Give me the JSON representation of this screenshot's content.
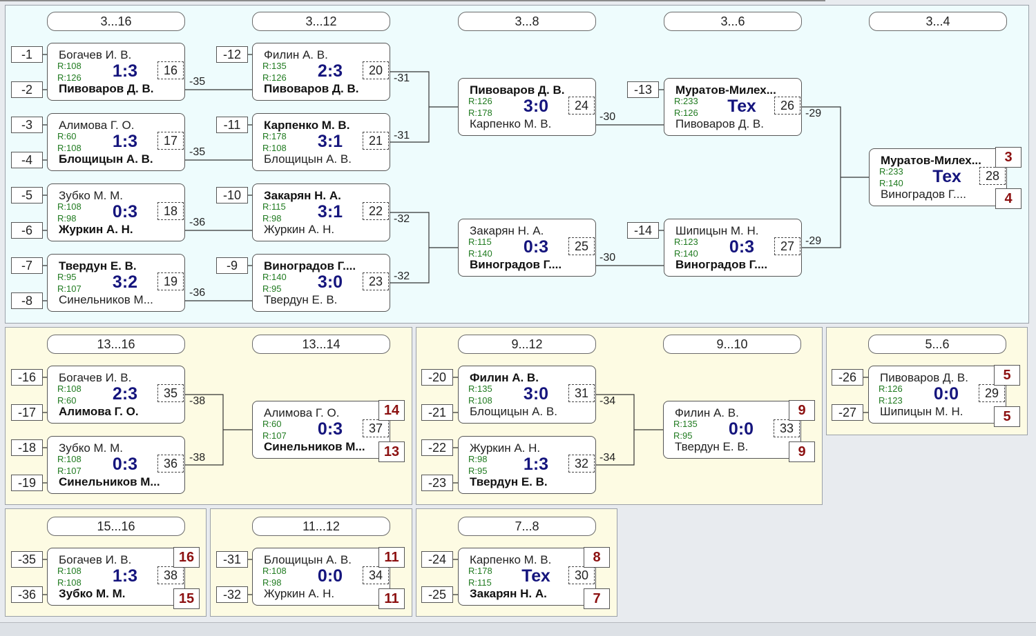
{
  "rounds": {
    "r3_16": "3...16",
    "r3_12": "3...12",
    "r3_8": "3...8",
    "r3_6": "3...6",
    "r3_4": "3...4",
    "r13_16": "13...16",
    "r13_14": "13...14",
    "r9_12": "9...12",
    "r9_10": "9...10",
    "r5_6": "5...6",
    "r15_16": "15...16",
    "r11_12": "11...12",
    "r7_8": "7...8"
  },
  "matches": [
    {
      "id": "m16",
      "p1": "Богачев И. В.",
      "p2": "Пивоваров Д. В.",
      "r1": "R:108",
      "r2": "R:126",
      "score": "1:3",
      "num": "16",
      "winner": 2
    },
    {
      "id": "m17",
      "p1": "Алимова Г. О.",
      "p2": "Блощицын А. В.",
      "r1": "R:60",
      "r2": "R:108",
      "score": "1:3",
      "num": "17",
      "winner": 2
    },
    {
      "id": "m18",
      "p1": "Зубко М. М.",
      "p2": "Журкин А. Н.",
      "r1": "R:108",
      "r2": "R:98",
      "score": "0:3",
      "num": "18",
      "winner": 2
    },
    {
      "id": "m19",
      "p1": "Твердун Е. В.",
      "p2": "Синельников М...",
      "r1": "R:95",
      "r2": "R:107",
      "score": "3:2",
      "num": "19",
      "winner": 1
    },
    {
      "id": "m20",
      "p1": "Филин А. В.",
      "p2": "Пивоваров Д. В.",
      "r1": "R:135",
      "r2": "R:126",
      "score": "2:3",
      "num": "20",
      "winner": 2
    },
    {
      "id": "m21",
      "p1": "Карпенко М. В.",
      "p2": "Блощицын А. В.",
      "r1": "R:178",
      "r2": "R:108",
      "score": "3:1",
      "num": "21",
      "winner": 1
    },
    {
      "id": "m22",
      "p1": "Закарян Н. А.",
      "p2": "Журкин А. Н.",
      "r1": "R:115",
      "r2": "R:98",
      "score": "3:1",
      "num": "22",
      "winner": 1
    },
    {
      "id": "m23",
      "p1": "Виноградов Г....",
      "p2": "Твердун Е. В.",
      "r1": "R:140",
      "r2": "R:95",
      "score": "3:0",
      "num": "23",
      "winner": 1
    },
    {
      "id": "m24",
      "p1": "Пивоваров Д. В.",
      "p2": "Карпенко М. В.",
      "r1": "R:126",
      "r2": "R:178",
      "score": "3:0",
      "num": "24",
      "winner": 1
    },
    {
      "id": "m25",
      "p1": "Закарян Н. А.",
      "p2": "Виноградов Г....",
      "r1": "R:115",
      "r2": "R:140",
      "score": "0:3",
      "num": "25",
      "winner": 2
    },
    {
      "id": "m26",
      "p1": "Муратов-Милех...",
      "p2": "Пивоваров Д. В.",
      "r1": "R:233",
      "r2": "R:126",
      "score": "Тех",
      "num": "26",
      "winner": 1
    },
    {
      "id": "m27",
      "p1": "Шипицын М. Н.",
      "p2": "Виноградов Г....",
      "r1": "R:123",
      "r2": "R:140",
      "score": "0:3",
      "num": "27",
      "winner": 2
    },
    {
      "id": "m28",
      "p1": "Муратов-Милех...",
      "p2": "Виноградов Г....",
      "r1": "R:233",
      "r2": "R:140",
      "score": "Тех",
      "num": "28",
      "winner": 1
    },
    {
      "id": "m35",
      "p1": "Богачев И. В.",
      "p2": "Алимова Г. О.",
      "r1": "R:108",
      "r2": "R:60",
      "score": "2:3",
      "num": "35",
      "winner": 2
    },
    {
      "id": "m36",
      "p1": "Зубко М. М.",
      "p2": "Синельников М...",
      "r1": "R:108",
      "r2": "R:107",
      "score": "0:3",
      "num": "36",
      "winner": 2
    },
    {
      "id": "m37",
      "p1": "Алимова Г. О.",
      "p2": "Синельников М...",
      "r1": "R:60",
      "r2": "R:107",
      "score": "0:3",
      "num": "37",
      "winner": 2
    },
    {
      "id": "m31",
      "p1": "Филин А. В.",
      "p2": "Блощицын А. В.",
      "r1": "R:135",
      "r2": "R:108",
      "score": "3:0",
      "num": "31",
      "winner": 1
    },
    {
      "id": "m32",
      "p1": "Журкин А. Н.",
      "p2": "Твердун Е. В.",
      "r1": "R:98",
      "r2": "R:95",
      "score": "1:3",
      "num": "32",
      "winner": 2
    },
    {
      "id": "m33",
      "p1": "Филин А. В.",
      "p2": "Твердун Е. В.",
      "r1": "R:135",
      "r2": "R:95",
      "score": "0:0",
      "num": "33",
      "winner": 0
    },
    {
      "id": "m29",
      "p1": "Пивоваров Д. В.",
      "p2": "Шипицын М. Н.",
      "r1": "R:126",
      "r2": "R:123",
      "score": "0:0",
      "num": "29",
      "winner": 0
    },
    {
      "id": "m38",
      "p1": "Богачев И. В.",
      "p2": "Зубко М. М.",
      "r1": "R:108",
      "r2": "R:108",
      "score": "1:3",
      "num": "38",
      "winner": 2
    },
    {
      "id": "m34",
      "p1": "Блощицын А. В.",
      "p2": "Журкин А. Н.",
      "r1": "R:108",
      "r2": "R:98",
      "score": "0:0",
      "num": "34",
      "winner": 0
    },
    {
      "id": "m30",
      "p1": "Карпенко М. В.",
      "p2": "Закарян Н. А.",
      "r1": "R:178",
      "r2": "R:115",
      "score": "Тех",
      "num": "30",
      "winner": 2
    }
  ],
  "seeds": {
    "s1": "-1",
    "s2": "-2",
    "s3": "-3",
    "s4": "-4",
    "s5": "-5",
    "s6": "-6",
    "s7": "-7",
    "s8": "-8",
    "s12": "-12",
    "s11": "-11",
    "s10": "-10",
    "s9": "-9",
    "s13": "-13",
    "s14": "-14",
    "s16": "-16",
    "s17": "-17",
    "s18": "-18",
    "s19": "-19",
    "s20": "-20",
    "s21": "-21",
    "s22": "-22",
    "s23": "-23",
    "s26": "-26",
    "s27": "-27",
    "s35": "-35",
    "s36": "-36",
    "s31": "-31",
    "s32": "-32",
    "s24": "-24",
    "s25": "-25"
  },
  "loser_labels": {
    "l16": "-35",
    "l17": "-35",
    "l18": "-36",
    "l19": "-36",
    "l20": "-31",
    "l21": "-31",
    "l22": "-32",
    "l23": "-32",
    "l24": "-30",
    "l25": "-30",
    "l26": "-29",
    "l27": "-29",
    "l35": "-38",
    "l36": "-38",
    "l31": "-34",
    "l32": "-34"
  },
  "places": {
    "p28a": "3",
    "p28b": "4",
    "p37a": "14",
    "p37b": "13",
    "p33a": "9",
    "p33b": "9",
    "p29a": "5",
    "p29b": "5",
    "p38a": "16",
    "p38b": "15",
    "p34a": "11",
    "p34b": "11",
    "p30a": "8",
    "p30b": "7"
  }
}
